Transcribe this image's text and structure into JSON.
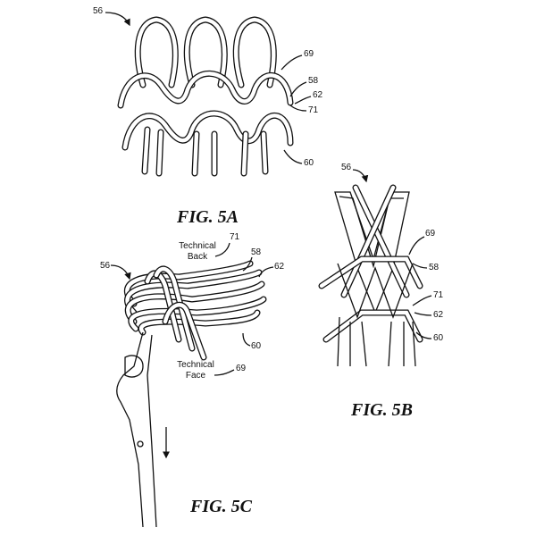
{
  "figures": {
    "fig5a": {
      "title": "FIG. 5A",
      "refs": {
        "r56": "56",
        "r69": "69",
        "r58": "58",
        "r62": "62",
        "r71": "71",
        "r60": "60"
      }
    },
    "fig5b": {
      "title": "FIG. 5B",
      "refs": {
        "r56": "56",
        "r69": "69",
        "r58": "58",
        "r71": "71",
        "r62": "62",
        "r60": "60"
      }
    },
    "fig5c": {
      "title": "FIG. 5C",
      "technical_back": "Technical Back",
      "technical_face": "Technical Face",
      "refs": {
        "r56": "56",
        "r71": "71",
        "r58": "58",
        "r62": "62",
        "r60": "60",
        "r69": "69"
      }
    }
  }
}
